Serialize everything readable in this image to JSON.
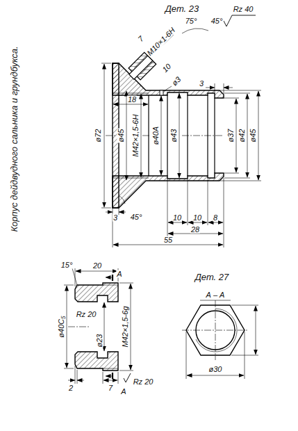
{
  "diagram": {
    "caption": "Корпус дейдвудного сальника и грундбукса.",
    "labels": [
      "Дет. 23",
      "Rz 40",
      "M10×1-6H",
      "7",
      "10",
      "75°",
      "45°",
      "ø72",
      "ø45",
      "M42×1,5-6H",
      "18",
      "ø3",
      "ø40A",
      "ø43",
      "3",
      "ø37",
      "ø42",
      "ø45",
      "3",
      "45°",
      "10",
      "10",
      "8",
      "28",
      "55",
      "15°",
      "20",
      "А",
      "Дет. 27",
      "А – А",
      "ø40С₅",
      "Rz 20",
      "ø23",
      "M42×1,5-6g",
      "2",
      "7",
      "Rz 20",
      "А",
      "ø30"
    ]
  }
}
